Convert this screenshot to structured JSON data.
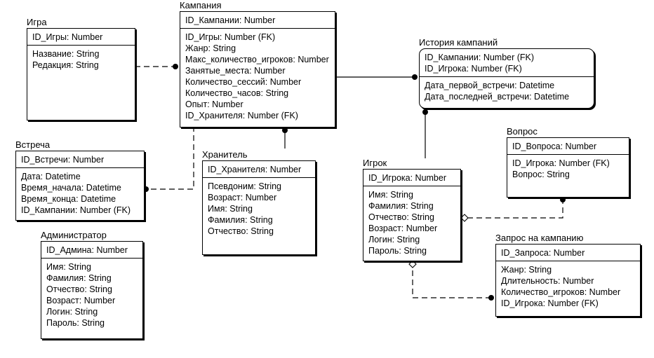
{
  "entities": {
    "igra": {
      "title": "Игра",
      "pk": [
        "ID_Игры: Number"
      ],
      "attrs": [
        "Название: String",
        "Редакция: String"
      ]
    },
    "kampaniya": {
      "title": "Кампания",
      "pk": [
        "ID_Кампании: Number"
      ],
      "attrs": [
        "ID_Игры: Number (FK)",
        "Жанр: String",
        "Макс_количество_игроков: Number",
        "Занятые_места: Number",
        "Количество_сессий: Number",
        "Количество_часов: String",
        "Опыт: Number",
        "ID_Хранителя: Number (FK)"
      ]
    },
    "istoriya": {
      "title": "История кампаний",
      "pk": [
        "ID_Кампании: Number (FK)",
        "ID_Игрока: Number (FK)"
      ],
      "attrs": [
        "Дата_первой_встречи: Datetime",
        "Дата_последней_встречи: Datetime"
      ]
    },
    "vstrecha": {
      "title": "Встреча",
      "pk": [
        "ID_Встречи: Number"
      ],
      "attrs": [
        "Дата: Datetime",
        "Время_начала: Datetime",
        "Время_конца: Datetime",
        "ID_Кампании: Number (FK)"
      ]
    },
    "hranitel": {
      "title": "Хранитель",
      "pk": [
        "ID_Хранителя: Number"
      ],
      "attrs": [
        "Псевдоним: String",
        "Возраст: Number",
        "Имя: String",
        "Фамилия: String",
        "Отчество: String"
      ]
    },
    "vopros": {
      "title": "Вопрос",
      "pk": [
        "ID_Вопроса: Number"
      ],
      "attrs": [
        "ID_Игрока: Number (FK)",
        "Вопрос: String"
      ]
    },
    "igrok": {
      "title": "Игрок",
      "pk": [
        "ID_Игрока: Number"
      ],
      "attrs": [
        "Имя: String",
        "Фамилия: String",
        "Отчество: String",
        "Возраст: Number",
        "Логин: String",
        "Пароль: String"
      ]
    },
    "admin": {
      "title": "Администратор",
      "pk": [
        "ID_Админа: Number"
      ],
      "attrs": [
        "Имя: String",
        "Фамилия: String",
        "Отчество: String",
        "Возраст: Number",
        "Логин: String",
        "Пароль: String"
      ]
    },
    "zapros": {
      "title": "Запрос на кампанию",
      "pk": [
        "ID_Запроса: Number"
      ],
      "attrs": [
        "Жанр: String",
        "Длительность: Number",
        "Количество_игроков: Number",
        "ID_Игрока: Number (FK)"
      ]
    }
  },
  "relationships": [
    {
      "from": "igra",
      "to": "kampaniya",
      "style": "non-identifying"
    },
    {
      "from": "kampaniya",
      "to": "vstrecha",
      "style": "non-identifying"
    },
    {
      "from": "hranitel",
      "to": "kampaniya",
      "style": "identifying"
    },
    {
      "from": "kampaniya",
      "to": "istoriya",
      "style": "identifying"
    },
    {
      "from": "igrok",
      "to": "istoriya",
      "style": "identifying"
    },
    {
      "from": "igrok",
      "to": "vopros",
      "style": "non-identifying"
    },
    {
      "from": "igrok",
      "to": "zapros",
      "style": "non-identifying"
    }
  ]
}
